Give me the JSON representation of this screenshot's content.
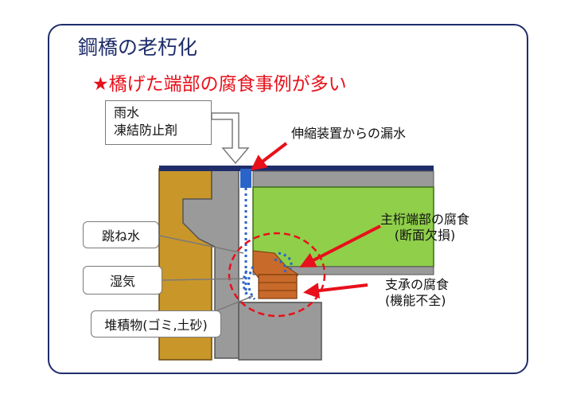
{
  "title": "鋼橋の老朽化",
  "subtitle": "★橋げた端部の腐食事例が多い",
  "rain_box": {
    "line1": "雨水",
    "line2": "凍結防止剤"
  },
  "labels": {
    "leak": "伸縮装置からの漏水",
    "girder_corrosion_line1": "主桁端部の腐食",
    "girder_corrosion_line2": "(断面欠損)",
    "bearing_corrosion_line1": "支承の腐食",
    "bearing_corrosion_line2": "(機能不全)"
  },
  "callouts": {
    "splash": "跳ね水",
    "humidity": "湿気",
    "debris": "堆積物(ゴミ,土砂)"
  },
  "colors": {
    "frame": "#1f2d6b",
    "accent_red": "#e8101a",
    "abutment": "#c9962a",
    "concrete": "#9a9a9a",
    "girder": "#8fcf4a",
    "deck": "#1f2d6b",
    "water": "#2a64c8"
  }
}
